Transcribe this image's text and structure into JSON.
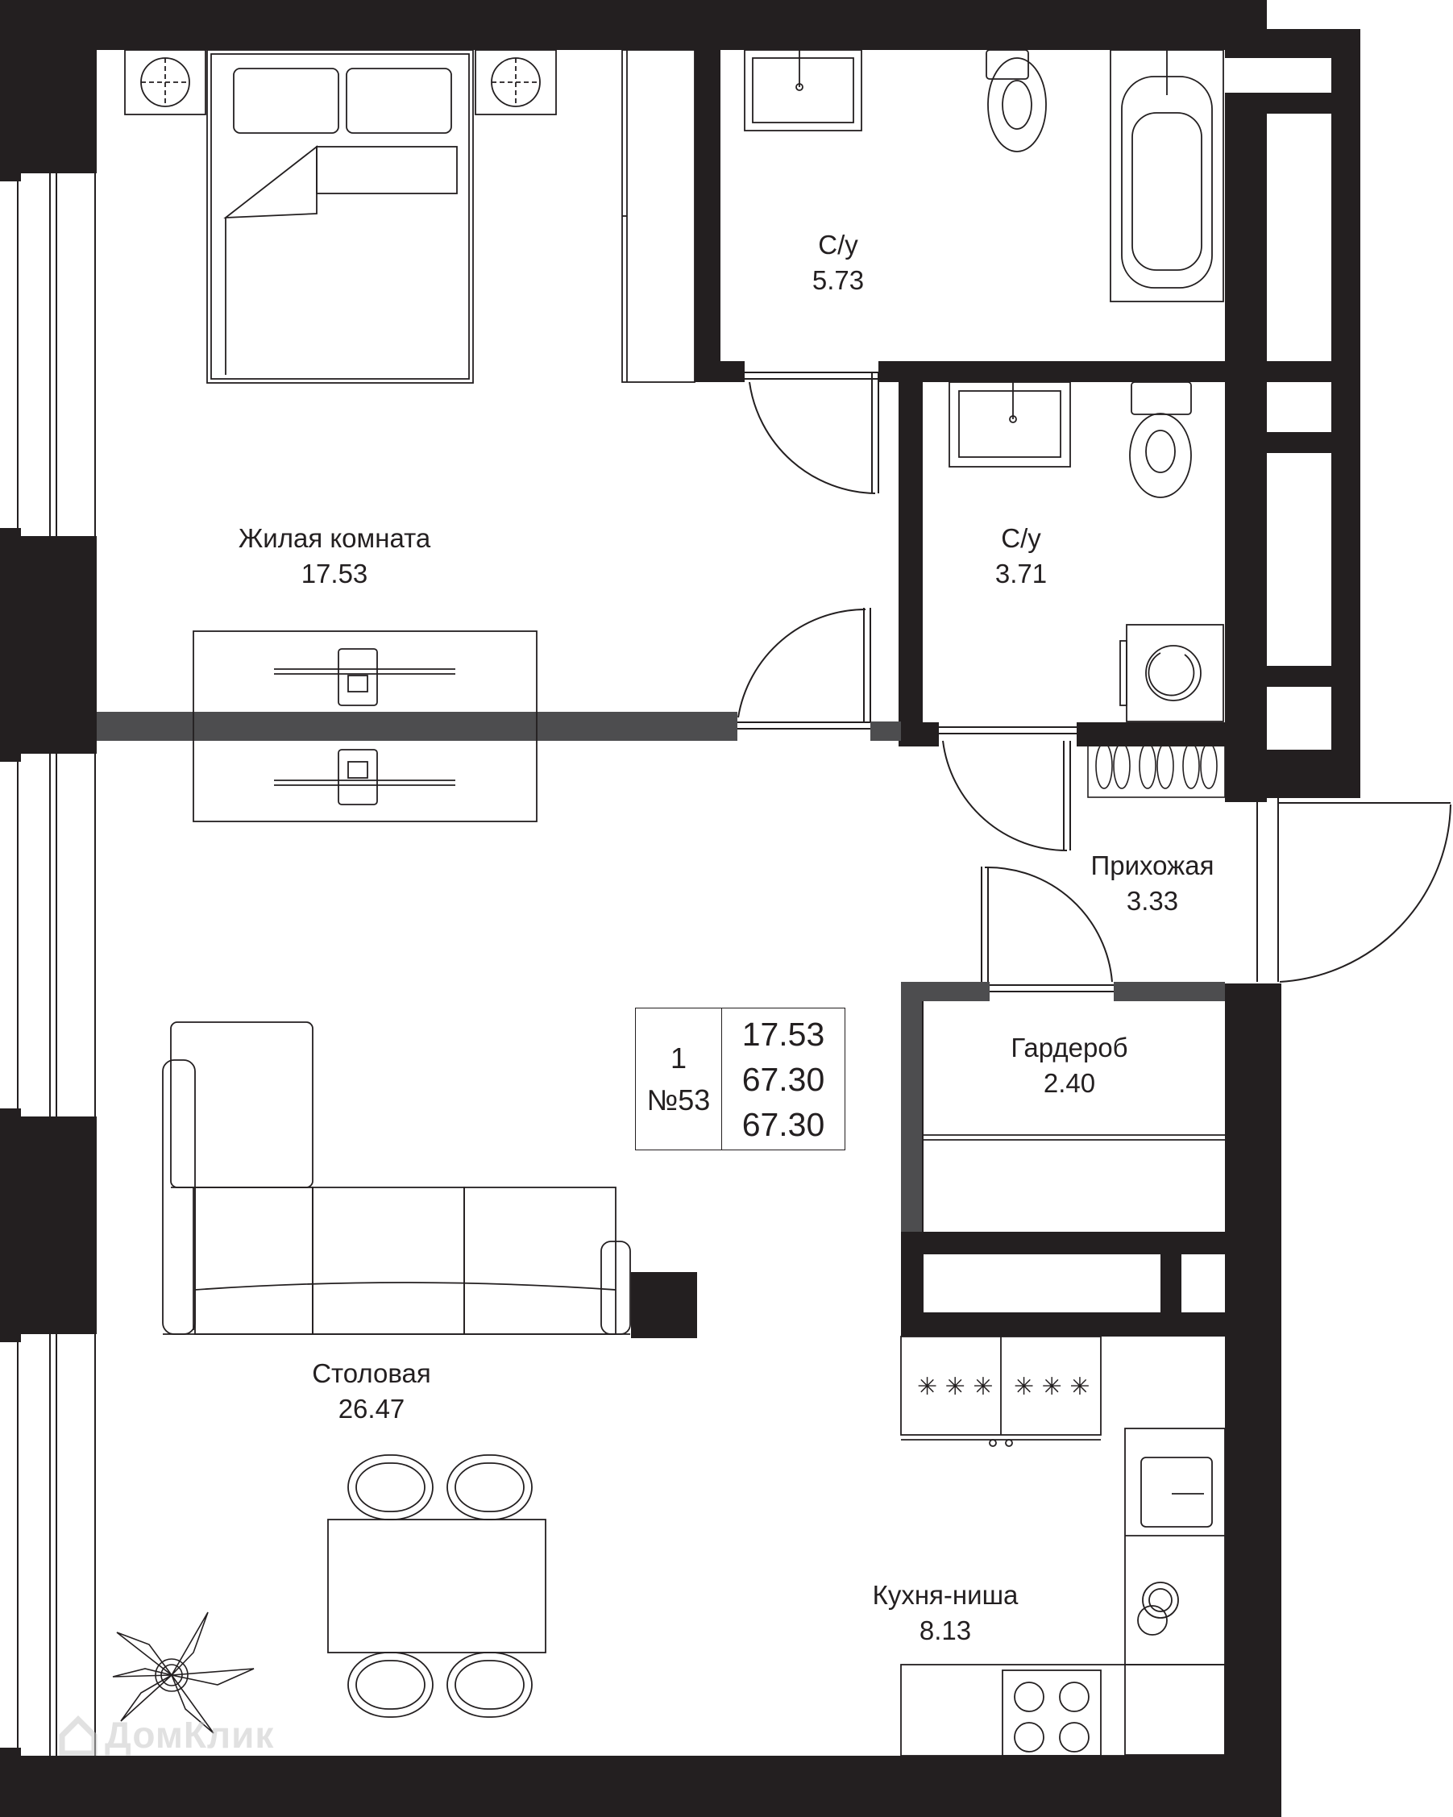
{
  "colors": {
    "wall": "#231f20",
    "partition": "#4d4d4f",
    "line": "#231f20",
    "background": "#ffffff"
  },
  "rooms": [
    {
      "name": "Жилая комната",
      "area": "17.53"
    },
    {
      "name": "С/у",
      "area": "5.73"
    },
    {
      "name": "С/у",
      "area": "3.71"
    },
    {
      "name": "Прихожая",
      "area": "3.33"
    },
    {
      "name": "Гардероб",
      "area": "2.40"
    },
    {
      "name": "Столовая",
      "area": "26.47"
    },
    {
      "name": "Кухня-ниша",
      "area": "8.13"
    }
  ],
  "info": {
    "rooms_count": "1",
    "apartment_number": "№53",
    "living_area": "17.53",
    "total_area": "67.30",
    "total_area_2": "67.30"
  },
  "watermark": {
    "text": "ДомКлик",
    "icon": "house-icon"
  }
}
